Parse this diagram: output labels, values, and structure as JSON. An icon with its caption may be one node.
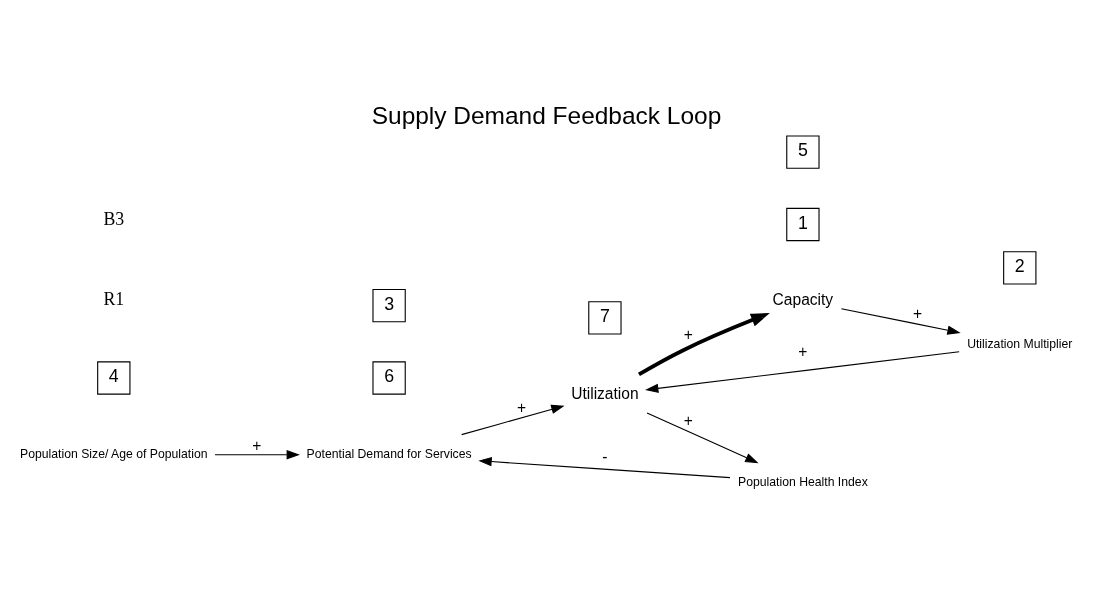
{
  "diagram": {
    "title": "Supply Demand Feedback Loop",
    "nodes": [
      {
        "text": [
          "Population Size/ Age of Population"
        ]
      },
      {
        "text": [
          "4"
        ]
      },
      {
        "text": [
          "Utilization Multiplier"
        ]
      },
      {
        "text": [
          "2"
        ]
      },
      {
        "text": [
          "6"
        ]
      },
      {
        "text": [
          "1"
        ]
      },
      {
        "text": [
          "Potential Demand for Services"
        ]
      },
      {
        "text": [
          "3"
        ]
      },
      {
        "text": [
          "Population Health Index"
        ]
      },
      {
        "text": [
          "Capacity"
        ]
      },
      {
        "text": [
          "Utilization"
        ]
      },
      {
        "text": [
          "5"
        ]
      },
      {
        "text": [
          "7"
        ]
      }
    ],
    "edges": [
      {
        "from": 9,
        "to": 2,
        "arrow": "to",
        "label": "+"
      },
      {
        "from": 2,
        "to": 10,
        "arrow": "to",
        "label": "+"
      },
      {
        "from": 6,
        "to": 10,
        "arrow": "to",
        "label": "+"
      },
      {
        "from": 0,
        "to": 6,
        "arrow": "to",
        "label": "+"
      },
      {
        "from": 10,
        "to": 8,
        "arrow": "to",
        "label": "+"
      },
      {
        "from": 8,
        "to": 6,
        "arrow": "to",
        "label": "-"
      },
      {
        "from": 10,
        "to": 9,
        "arrow": "to",
        "label": "+",
        "style": "thick"
      }
    ],
    "labels": [
      "R1",
      "B3"
    ]
  }
}
